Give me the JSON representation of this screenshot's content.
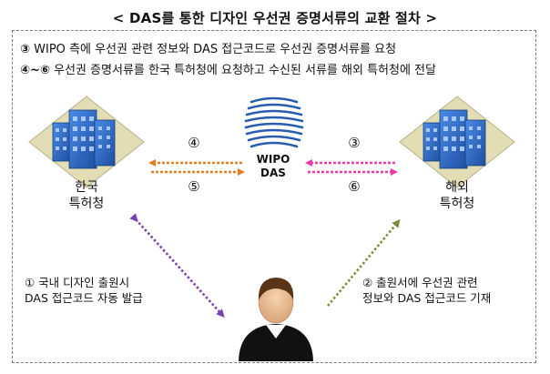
{
  "title": "< DAS를 통한 디자인 우선권 증명서류의 교환 절차 >",
  "notes": {
    "line1_marker": "③",
    "line1_text": "WIPO 측에 우선권 관련 정보와 DAS 접근코드로 우선권 증명서류를 요청",
    "line2_marker": "④~⑥",
    "line2_text": "우선권 증명서류를 한국 특허청에 요청하고 수신된 서류를 해외 특허청에 전달"
  },
  "nodes": {
    "korea_office": [
      "한국",
      "특허청"
    ],
    "foreign_office": [
      "해외",
      "특허청"
    ],
    "wipo": [
      "WIPO",
      "DAS"
    ]
  },
  "step_numbers": {
    "s3": "③",
    "s4": "④",
    "s5": "⑤",
    "s6": "⑥"
  },
  "side_labels": {
    "left": [
      "① 국내 디자인 출원시",
      "DAS 접근코드 자동 발급"
    ],
    "right": [
      "② 출원서에 우선권 관련",
      "정보와 DAS 접근코드 기재"
    ]
  },
  "colors": {
    "step4_arrow": "#e87b1e",
    "step3_arrow": "#f23aa8",
    "step1_arrow": "#7a3fb2",
    "step2_arrow": "#7c8b36",
    "building_blue": "#2f6cc7",
    "diamond_fill": "#e2ddb4"
  }
}
